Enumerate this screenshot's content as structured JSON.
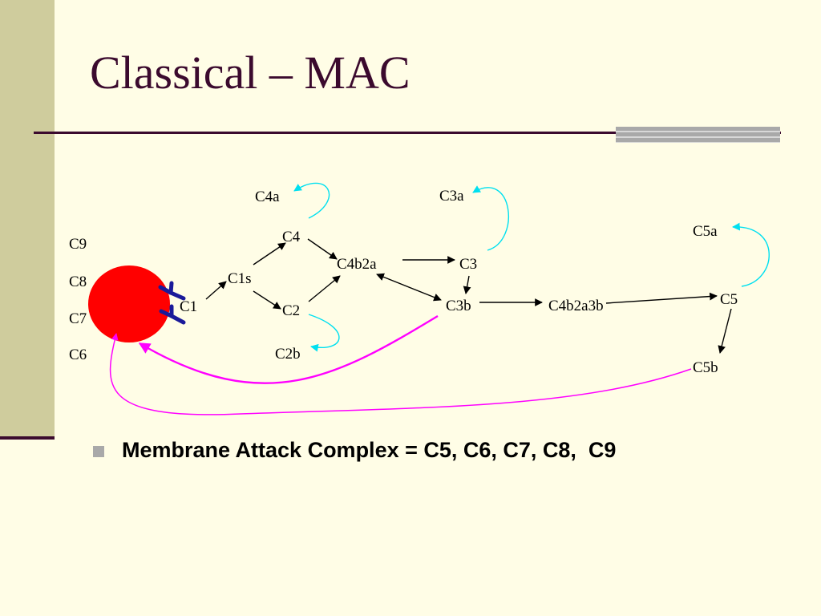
{
  "slide": {
    "title": "Classical – MAC",
    "bullet": "Membrane Attack Complex = C5, C6, C7, C8,  C9"
  },
  "diagram": {
    "mac_components": [
      "C9",
      "C8",
      "C7",
      "C6"
    ],
    "nodes": {
      "c1": "C1",
      "c1s": "C1s",
      "c4": "C4",
      "c4a": "C4a",
      "c2": "C2",
      "c2b": "C2b",
      "c4b2a": "C4b2a",
      "c3": "C3",
      "c3a": "C3a",
      "c3b": "C3b",
      "c4b2a3b": "C4b2a3b",
      "c5": "C5",
      "c5a": "C5a",
      "c5b": "C5b"
    }
  },
  "colors": {
    "title": "#3B0A2E",
    "background": "#FFFDE6",
    "cell": "#FF0000",
    "antibody": "#1A1A9A",
    "cleavage_arrow": "#00E0F0",
    "attack_arrow": "#FF00FF"
  }
}
